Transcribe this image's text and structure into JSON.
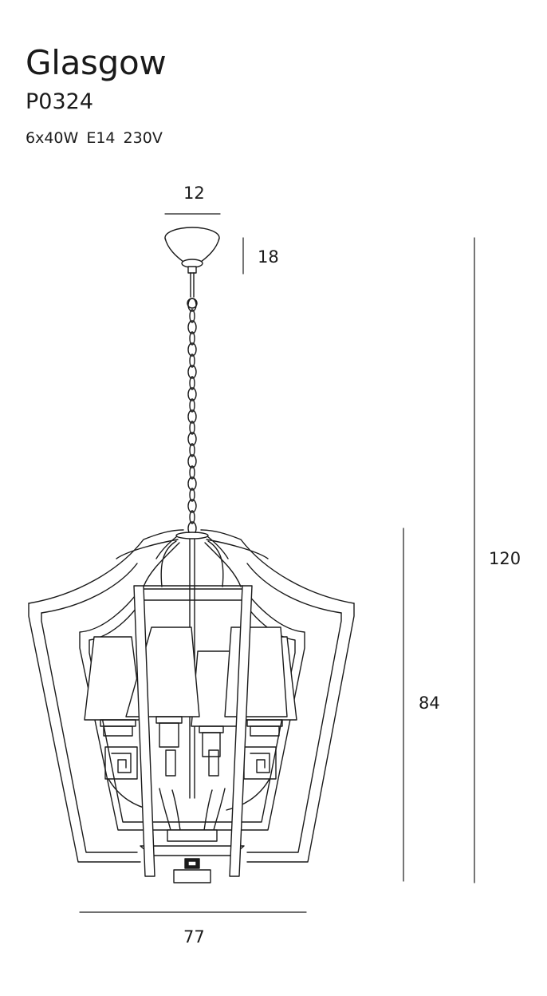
{
  "product": {
    "name": "Glasgow",
    "code": "P0324",
    "specs": "6x40W  E14  230V"
  },
  "dimensions": {
    "canopy_width": "12",
    "canopy_height": "18",
    "total_height": "120",
    "body_height": "84",
    "body_width": "77"
  },
  "colors": {
    "line": "#1a1a1a",
    "background": "#ffffff"
  }
}
